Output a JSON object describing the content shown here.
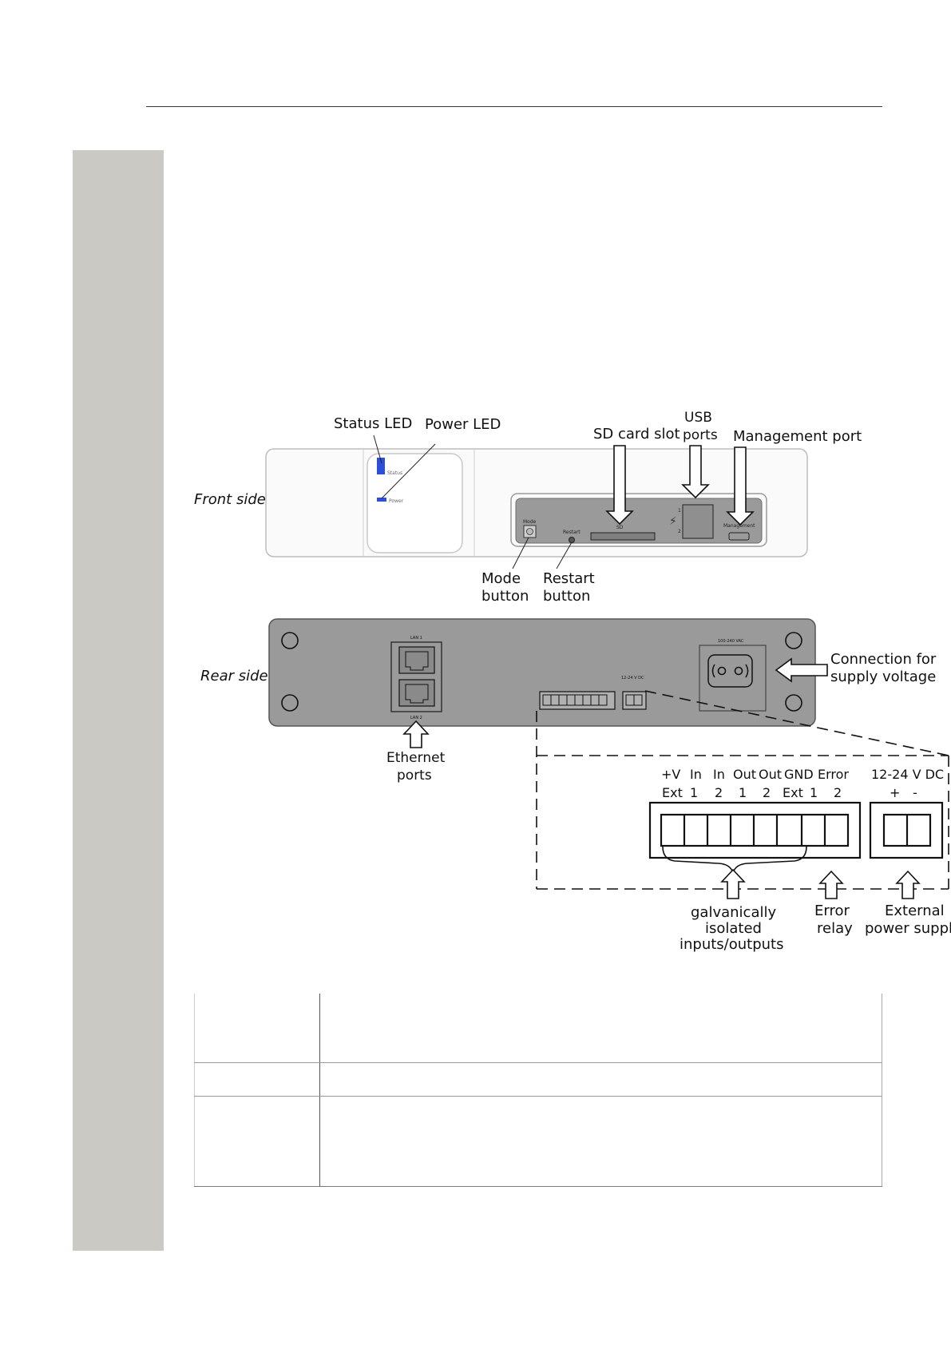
{
  "figure": {
    "front": {
      "side_label": "Front side",
      "status_led_label": "Status LED",
      "power_led_label": "Power LED",
      "status_print": "Status",
      "power_print": "Power",
      "sd_slot_label": "SD card slot",
      "usb_label_1": "USB",
      "usb_label_2": "ports",
      "mgmt_label": "Management port",
      "mode_print": "Mode",
      "restart_print": "Restart",
      "sd_print": "SD",
      "usb_port_1": "1",
      "usb_port_2": "2",
      "mgmt_print": "Management",
      "mode_label_1": "Mode",
      "mode_label_2": "button",
      "restart_label_1": "Restart",
      "restart_label_2": "button"
    },
    "rear": {
      "side_label": "Rear side",
      "lan1_print": "LAN 1",
      "lan2_print": "LAN 2",
      "ac_print": "100-240 VAC",
      "dc_print": "12-24 V DC",
      "supply_label_1": "Connection for",
      "supply_label_2": "supply voltage",
      "ethernet_label_1": "Ethernet",
      "ethernet_label_2": "ports"
    },
    "terminal": {
      "top_labels": [
        "+V",
        "In",
        "In",
        "Out",
        "Out",
        "GND",
        "Error"
      ],
      "bottom_labels": [
        "Ext",
        "1",
        "2",
        "1",
        "2",
        "Ext",
        "1",
        "2"
      ],
      "dc_top": "12-24 V DC",
      "dc_plus": "+",
      "dc_minus": "-",
      "io_label_1": "galvanically",
      "io_label_2": "isolated",
      "io_label_3": "inputs/outputs",
      "error_label_1": "Error",
      "error_label_2": "relay",
      "ext_label_1": "External",
      "ext_label_2": "power supply"
    },
    "colors": {
      "panel_gray": "#9a9a9a",
      "led_blue": "#2b4fd6",
      "sidebar": "#cbc9c3"
    }
  }
}
